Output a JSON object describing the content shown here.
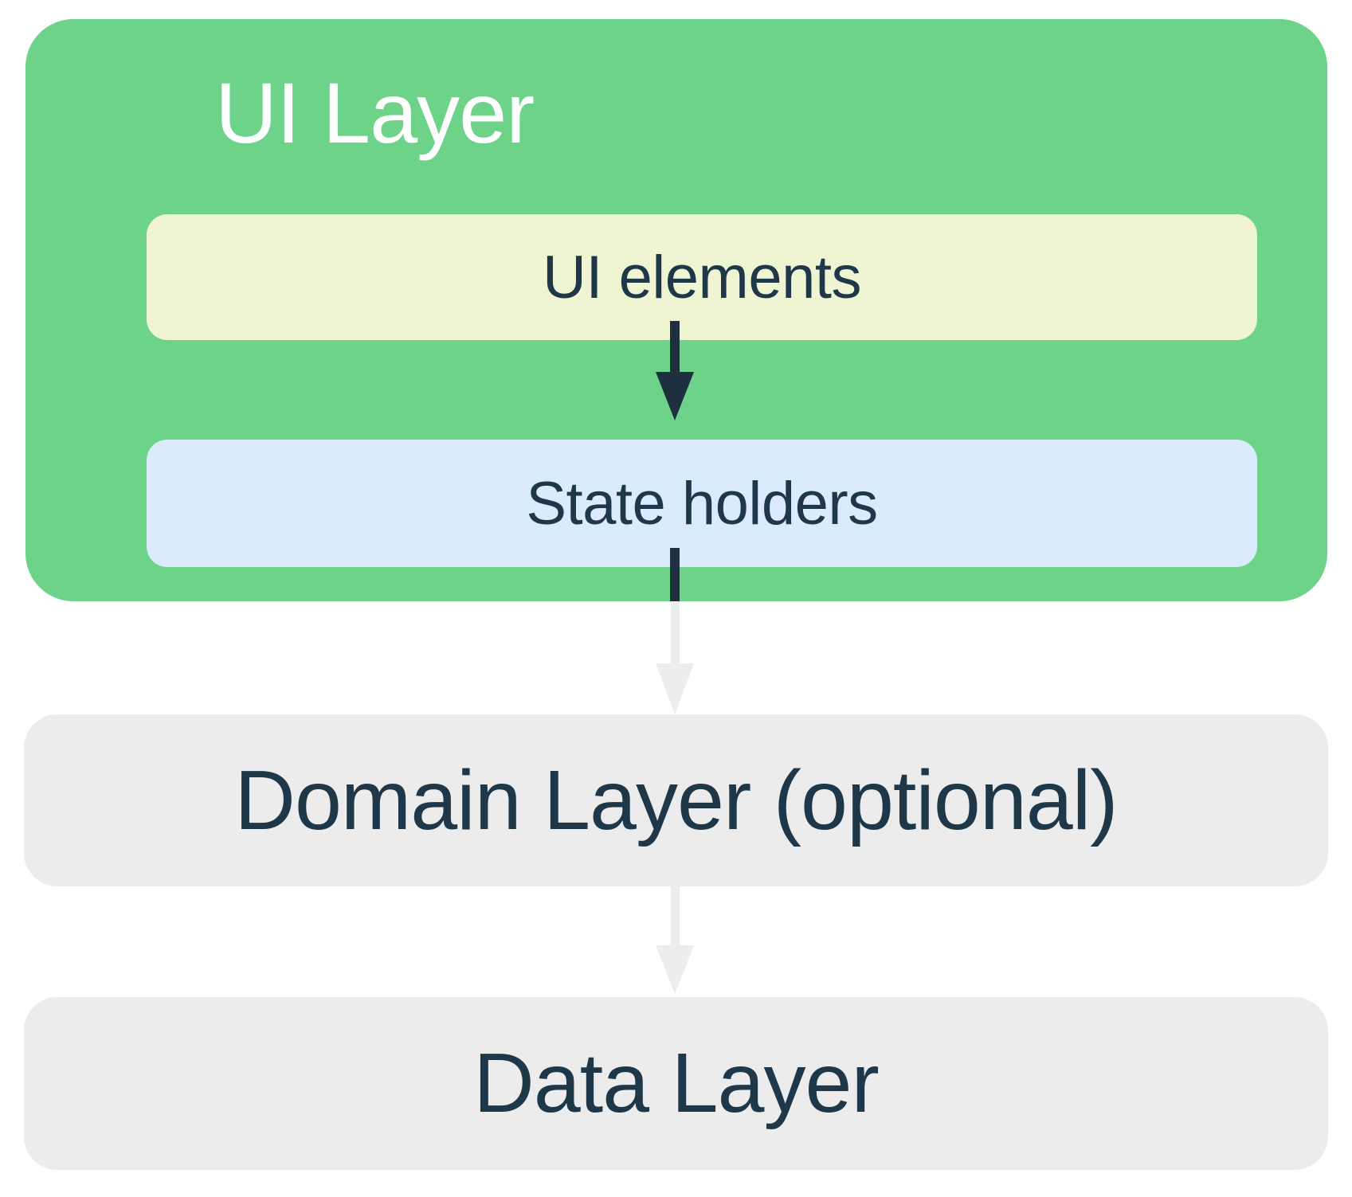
{
  "page": {
    "background": "#FFFFFF",
    "text_color": "#1E3749"
  },
  "ui_layer": {
    "title": "UI Layer",
    "background": "#6CD389",
    "title_color": "#FFFFFF"
  },
  "ui_elements": {
    "label": "UI elements",
    "background": "#EFF5D3"
  },
  "state_holders": {
    "label": "State holders",
    "background": "#D9EBFC"
  },
  "domain_layer": {
    "label": "Domain Layer (optional)",
    "background": "#ECECEC"
  },
  "data_layer": {
    "label": "Data Layer",
    "background": "#ECECEC"
  },
  "arrows": {
    "ui_elements_to_state_holders": {
      "color": "#1E2F40",
      "direction": "down"
    },
    "state_holders_to_domain": {
      "upper_color": "#1E2F40",
      "lower_color": "#EDEDED",
      "direction": "down"
    },
    "domain_to_data": {
      "color": "#EDEDED",
      "direction": "down"
    }
  }
}
